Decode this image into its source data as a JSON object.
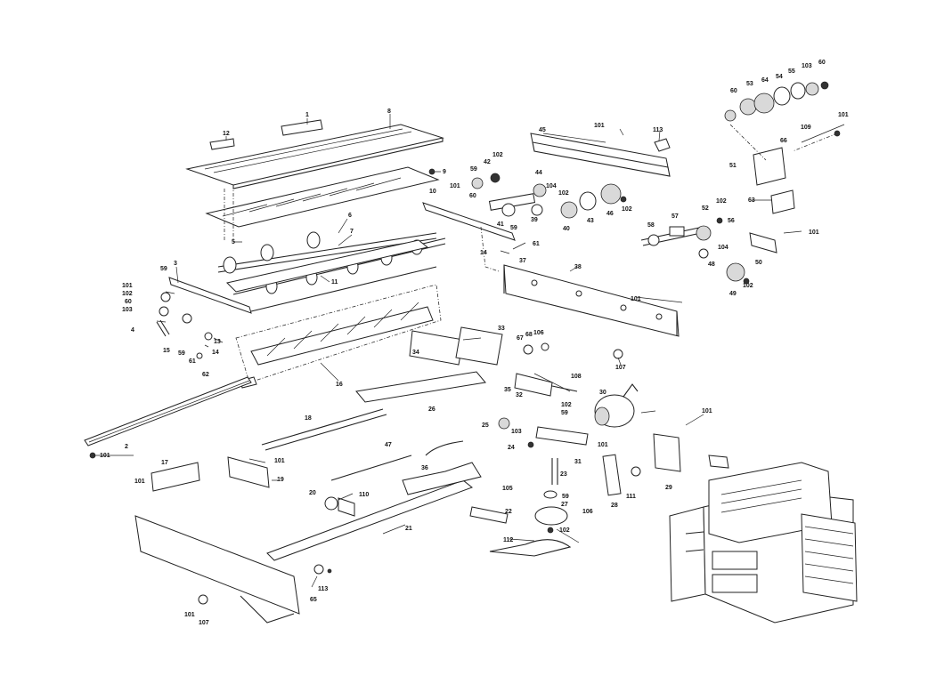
{
  "callouts": [
    {
      "id": "c1",
      "text": "1"
    },
    {
      "id": "c8",
      "text": "8"
    },
    {
      "id": "c12",
      "text": "12"
    },
    {
      "id": "c9",
      "text": "9"
    },
    {
      "id": "c6",
      "text": "6"
    },
    {
      "id": "c7",
      "text": "7"
    },
    {
      "id": "c5",
      "text": "5"
    },
    {
      "id": "c11",
      "text": "11"
    },
    {
      "id": "c3",
      "text": "3"
    },
    {
      "id": "c59a",
      "text": "59"
    },
    {
      "id": "c101a",
      "text": "101"
    },
    {
      "id": "c102a",
      "text": "102"
    },
    {
      "id": "c60a",
      "text": "60"
    },
    {
      "id": "c103a",
      "text": "103"
    },
    {
      "id": "c4",
      "text": "4"
    },
    {
      "id": "c15",
      "text": "15"
    },
    {
      "id": "c59b",
      "text": "59"
    },
    {
      "id": "c61a",
      "text": "61"
    },
    {
      "id": "c13",
      "text": "13"
    },
    {
      "id": "c14a",
      "text": "14"
    },
    {
      "id": "c62",
      "text": "62"
    },
    {
      "id": "c16",
      "text": "16"
    },
    {
      "id": "c2",
      "text": "2"
    },
    {
      "id": "c101b",
      "text": "101"
    },
    {
      "id": "c10",
      "text": "10"
    },
    {
      "id": "c101c",
      "text": "101"
    },
    {
      "id": "c59c",
      "text": "59"
    },
    {
      "id": "c42",
      "text": "42"
    },
    {
      "id": "c102b",
      "text": "102"
    },
    {
      "id": "c60b",
      "text": "60"
    },
    {
      "id": "c59d",
      "text": "59"
    },
    {
      "id": "c41",
      "text": "41"
    },
    {
      "id": "c14b",
      "text": "14"
    },
    {
      "id": "c37",
      "text": "37"
    },
    {
      "id": "c61b",
      "text": "61"
    },
    {
      "id": "c45",
      "text": "45"
    },
    {
      "id": "c101d",
      "text": "101"
    },
    {
      "id": "c113a",
      "text": "113"
    },
    {
      "id": "c44",
      "text": "44"
    },
    {
      "id": "c104a",
      "text": "104"
    },
    {
      "id": "c102c",
      "text": "102"
    },
    {
      "id": "c39",
      "text": "39"
    },
    {
      "id": "c40",
      "text": "40"
    },
    {
      "id": "c43",
      "text": "43"
    },
    {
      "id": "c46",
      "text": "46"
    },
    {
      "id": "c102d",
      "text": "102"
    },
    {
      "id": "c38",
      "text": "38"
    },
    {
      "id": "c58",
      "text": "58"
    },
    {
      "id": "c57",
      "text": "57"
    },
    {
      "id": "c52",
      "text": "52"
    },
    {
      "id": "c102e",
      "text": "102"
    },
    {
      "id": "c56",
      "text": "56"
    },
    {
      "id": "c104b",
      "text": "104"
    },
    {
      "id": "c48",
      "text": "48"
    },
    {
      "id": "c49",
      "text": "49"
    },
    {
      "id": "c102f",
      "text": "102"
    },
    {
      "id": "c50",
      "text": "50"
    },
    {
      "id": "c101e",
      "text": "101"
    },
    {
      "id": "c101f",
      "text": "101"
    },
    {
      "id": "c107a",
      "text": "107"
    },
    {
      "id": "c60c",
      "text": "60"
    },
    {
      "id": "c53",
      "text": "53"
    },
    {
      "id": "c64",
      "text": "64"
    },
    {
      "id": "c54",
      "text": "54"
    },
    {
      "id": "c55",
      "text": "55"
    },
    {
      "id": "c103b",
      "text": "103"
    },
    {
      "id": "c60d",
      "text": "60"
    },
    {
      "id": "c101g",
      "text": "101"
    },
    {
      "id": "c109",
      "text": "109"
    },
    {
      "id": "c66",
      "text": "66"
    },
    {
      "id": "c51",
      "text": "51"
    },
    {
      "id": "c63",
      "text": "63"
    },
    {
      "id": "c33",
      "text": "33"
    },
    {
      "id": "c34",
      "text": "34"
    },
    {
      "id": "c67",
      "text": "67"
    },
    {
      "id": "c68",
      "text": "68"
    },
    {
      "id": "c106a",
      "text": "106"
    },
    {
      "id": "c35",
      "text": "35"
    },
    {
      "id": "c32",
      "text": "32"
    },
    {
      "id": "c108",
      "text": "108"
    },
    {
      "id": "c26",
      "text": "26"
    },
    {
      "id": "c30",
      "text": "30"
    },
    {
      "id": "c101h",
      "text": "101"
    },
    {
      "id": "c102g",
      "text": "102"
    },
    {
      "id": "c59e",
      "text": "59"
    },
    {
      "id": "c25",
      "text": "25"
    },
    {
      "id": "c103c",
      "text": "103"
    },
    {
      "id": "c24",
      "text": "24"
    },
    {
      "id": "c31",
      "text": "31"
    },
    {
      "id": "c101i",
      "text": "101"
    },
    {
      "id": "c23",
      "text": "23"
    },
    {
      "id": "c28",
      "text": "28"
    },
    {
      "id": "c111",
      "text": "111"
    },
    {
      "id": "c29",
      "text": "29"
    },
    {
      "id": "c106b",
      "text": "106"
    },
    {
      "id": "c59f",
      "text": "59"
    },
    {
      "id": "c27",
      "text": "27"
    },
    {
      "id": "c102h",
      "text": "102"
    },
    {
      "id": "c18",
      "text": "18"
    },
    {
      "id": "c47",
      "text": "47"
    },
    {
      "id": "c36",
      "text": "36"
    },
    {
      "id": "c17",
      "text": "17"
    },
    {
      "id": "c101j",
      "text": "101"
    },
    {
      "id": "c19",
      "text": "19"
    },
    {
      "id": "c101k",
      "text": "101"
    },
    {
      "id": "c20",
      "text": "20"
    },
    {
      "id": "c110",
      "text": "110"
    },
    {
      "id": "c105",
      "text": "105"
    },
    {
      "id": "c22",
      "text": "22"
    },
    {
      "id": "c21",
      "text": "21"
    },
    {
      "id": "c112",
      "text": "112"
    },
    {
      "id": "c113b",
      "text": "113"
    },
    {
      "id": "c65",
      "text": "65"
    },
    {
      "id": "c101l",
      "text": "101"
    },
    {
      "id": "c107b",
      "text": "107"
    }
  ]
}
